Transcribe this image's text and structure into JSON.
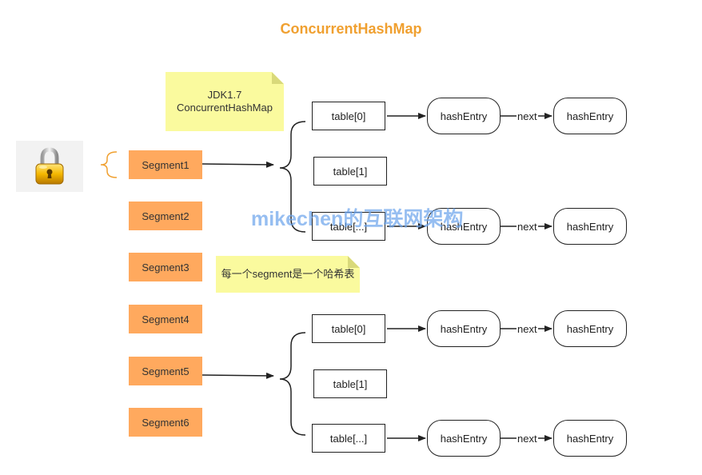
{
  "title": "ConcurrentHashMap",
  "note_version": "JDK1.7\nConcurrentHashMap",
  "note_segment": "每一个segment是一个哈希表",
  "segments": [
    "Segment1",
    "Segment2",
    "Segment3",
    "Segment4",
    "Segment5",
    "Segment6"
  ],
  "group_top": {
    "tables": [
      "table[0]",
      "table[1]",
      "table[...]"
    ],
    "entry": "hashEntry",
    "next": "next"
  },
  "group_bottom": {
    "tables": [
      "table[0]",
      "table[1]",
      "table[...]"
    ],
    "entry": "hashEntry",
    "next": "next"
  },
  "watermark": "mikechen的互联网架构",
  "colors": {
    "title": "#f0a030",
    "segment": "#ffa95e",
    "note": "#fafa9e",
    "brace_segment": "#f0a030",
    "watermark": "#6ea5eb"
  },
  "icons": [
    "padlock-icon"
  ]
}
